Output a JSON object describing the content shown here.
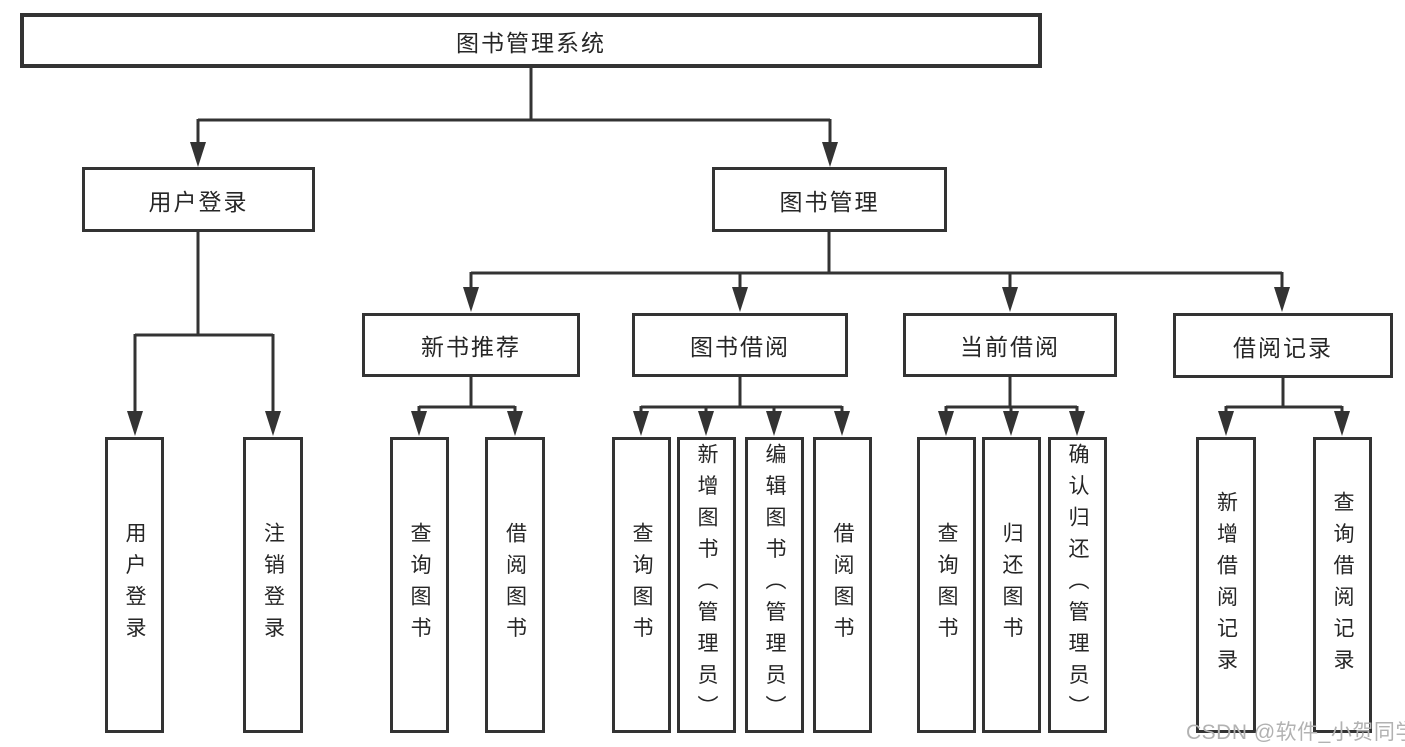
{
  "diagram": {
    "root": {
      "label": "图书管理系统"
    },
    "level2": [
      {
        "label": "用户登录"
      },
      {
        "label": "图书管理"
      }
    ],
    "level3": [
      {
        "label": "新书推荐"
      },
      {
        "label": "图书借阅"
      },
      {
        "label": "当前借阅"
      },
      {
        "label": "借阅记录"
      }
    ],
    "leaves": [
      {
        "label": "用户登录"
      },
      {
        "label": "注销登录"
      },
      {
        "label": "查询图书"
      },
      {
        "label": "借阅图书"
      },
      {
        "label": "查询图书"
      },
      {
        "label": "新增图书（管理员）"
      },
      {
        "label": "编辑图书（管理员）"
      },
      {
        "label": "借阅图书"
      },
      {
        "label": "查询图书"
      },
      {
        "label": "归还图书"
      },
      {
        "label": "确认归还（管理员）"
      },
      {
        "label": "新增借阅记录"
      },
      {
        "label": "查询借阅记录"
      }
    ]
  },
  "watermark": {
    "text": "CSDN @软件_小贺同学"
  },
  "colors": {
    "line": "#333333",
    "node_border": "#333333",
    "text": "#262626",
    "watermark": "#b2b2b2",
    "background": "#ffffff"
  }
}
